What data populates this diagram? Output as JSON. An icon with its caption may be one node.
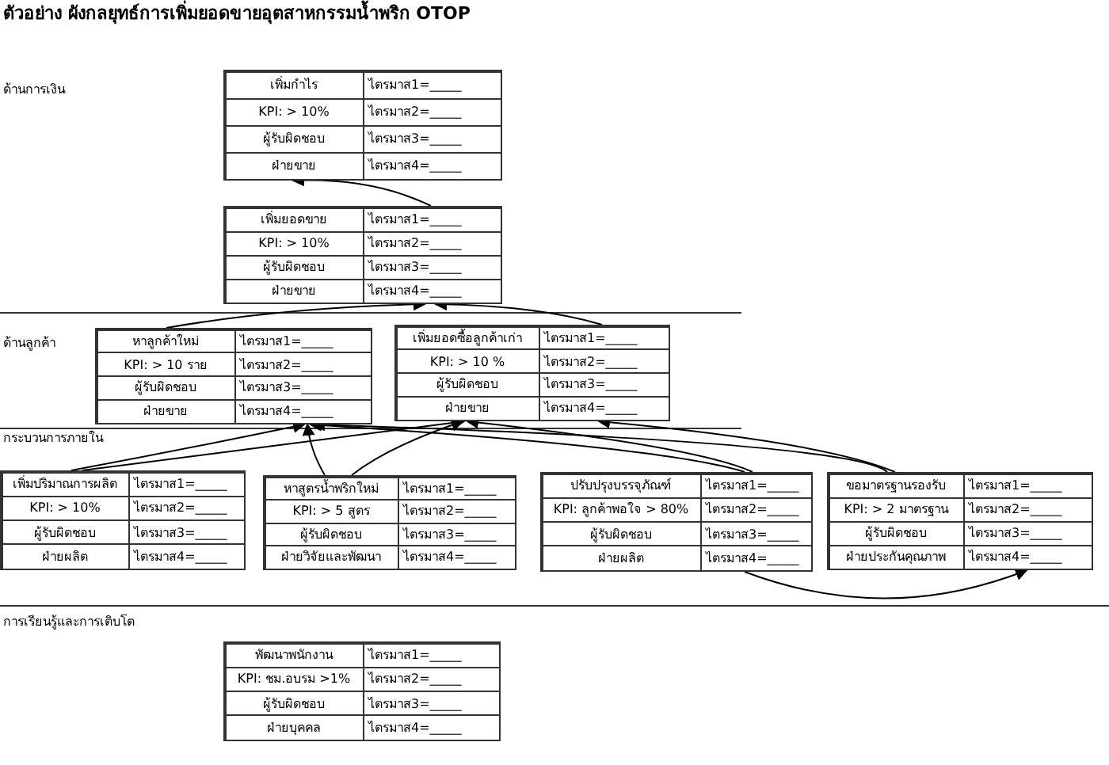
{
  "diagram": {
    "title": "ตัวอย่าง ผังกลยุทธ์การเพิ่มยอดขายอุตสาหกรรมน้ำพริก OTOP",
    "nodes": [
      {
        "text": [
          "เพิ่มกำไร",
          "ไตรมาส1=_____",
          "KPI: > 10%",
          "ไตรมาส2=_____",
          "ผู้รับผิดชอบ",
          "ไตรมาส3=_____",
          "ฝ่ายขาย",
          "ไตรมาส4=_____"
        ]
      },
      {
        "text": [
          "เพิ่มยอดขาย",
          "ไตรมาส1=_____",
          "KPI: > 10%",
          "ไตรมาส2=_____",
          "ผู้รับผิดชอบ",
          "ไตรมาส3=_____",
          "ฝ่ายขาย",
          "ไตรมาส4=_____"
        ]
      },
      {
        "text": [
          "หาลูกค้าใหม่",
          "ไตรมาส1=_____",
          "KPI: > 10 ราย",
          "ไตรมาส2=_____",
          "ผู้รับผิดชอบ",
          "ไตรมาส3=_____",
          "ฝ่ายขาย",
          "ไตรมาส4=_____"
        ]
      },
      {
        "text": [
          "เพิ่มยอดซื้อลูกค้าเก่า",
          "ไตรมาส1=_____",
          "KPI: > 10 %",
          "ไตรมาส2=_____",
          "ผู้รับผิดชอบ",
          "ไตรมาส3=_____",
          "ฝ่ายขาย",
          "ไตรมาส4=_____"
        ]
      },
      {
        "text": [
          "เพิ่มปริมาณการผลิต",
          "ไตรมาส1=_____",
          "KPI: > 10%",
          "ไตรมาส2=_____",
          "ผู้รับผิดชอบ",
          "ไตรมาส3=_____",
          "ฝ่ายผลิต",
          "ไตรมาส4=_____"
        ]
      },
      {
        "text": [
          "หาสูตรน้ำพริกใหม่",
          "ไตรมาส1=_____",
          "KPI: > 5 สูตร",
          "ไตรมาส2=_____",
          "ผู้รับผิดชอบ",
          "ไตรมาส3=_____",
          "ฝ่ายวิจัยและพัฒนา",
          "ไตรมาส4=_____"
        ]
      },
      {
        "text": [
          "ปรับปรุงบรรจุภัณฑ์",
          "ไตรมาส1=_____",
          "KPI: ลูกค้าพอใจ > 80%",
          "ไตรมาส2=_____",
          "ผู้รับผิดชอบ",
          "ไตรมาส3=_____",
          "ฝ่ายผลิต",
          "ไตรมาส4=_____"
        ]
      },
      {
        "text": [
          "ขอมาตรฐานรองรับ",
          "ไตรมาส1=_____",
          "KPI: > 2 มาตรฐาน",
          "ไตรมาส2=_____",
          "ผู้รับผิดชอบ",
          "ไตรมาส3=_____",
          "ฝ่ายประกันคุณภาพ",
          "ไตรมาส4=_____"
        ]
      },
      {
        "text": [
          "พัฒนาพนักงาน",
          "ไตรมาส1=_____",
          "KPI: ชม.อบรม >1%",
          "ไตรมาส2=_____",
          "ผู้รับผิดชอบ",
          "ไตรมาส3=_____",
          "ฝ่ายบุคคล",
          "ไตรมาส4=_____"
        ]
      }
    ],
    "edges": [
      {
        "from": 1,
        "to": 0,
        "arrow": "to"
      },
      {
        "from": 2,
        "to": 1,
        "arrow": "to"
      },
      {
        "from": 3,
        "to": 1,
        "arrow": "to"
      },
      {
        "from": 4,
        "to": 2,
        "arrow": "to"
      },
      {
        "from": 4,
        "to": 3,
        "arrow": "to"
      },
      {
        "from": 5,
        "to": 2,
        "arrow": "to"
      },
      {
        "from": 5,
        "to": 3,
        "arrow": "to"
      },
      {
        "from": 6,
        "to": 2,
        "arrow": "to"
      },
      {
        "from": 6,
        "to": 3,
        "arrow": "to"
      },
      {
        "from": 7,
        "to": 2,
        "arrow": "to"
      },
      {
        "from": 7,
        "to": 3,
        "arrow": "to"
      },
      {
        "from": 6,
        "to": 7,
        "arrow": "to"
      }
    ],
    "labels": [
      "ด้านการเงิน",
      "ด้านลูกค้า",
      "กระบวนการภายใน",
      "การเรียนรู้และการเติบโต"
    ]
  }
}
